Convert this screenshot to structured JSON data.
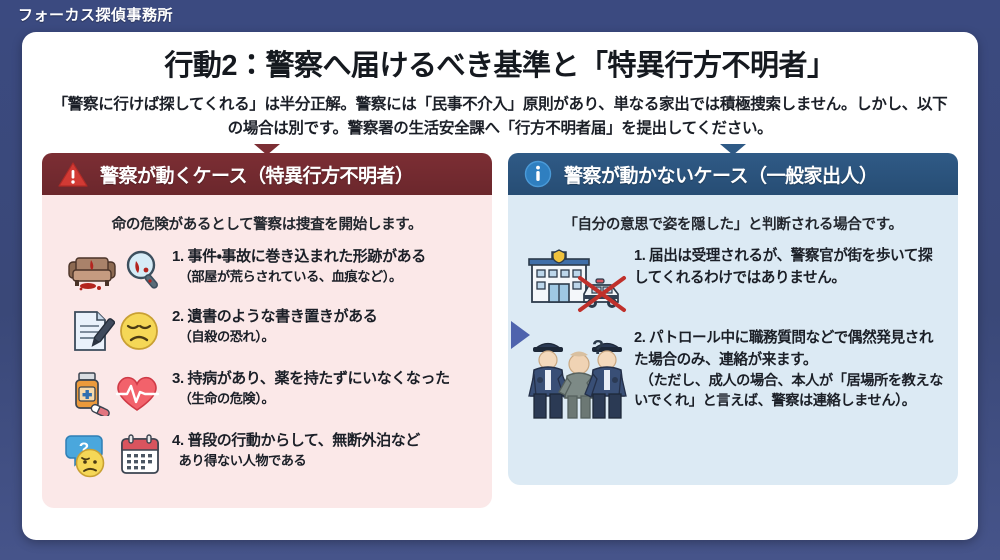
{
  "brand": {
    "name": "フォーカス探偵事務所"
  },
  "header": {
    "title": "行動2：警察へ届けるべき基準と「特異行方不明者」",
    "lede": "「警察に行けば探してくれる」は半分正解。警察には「民事不介入」原則があり、単なる家出では積極捜索しません。しかし、以下の場合は別です。警察署の生活安全課へ「行方不明者届」を提出してください。"
  },
  "colors": {
    "page_bg": "#3b4a80",
    "card_bg": "#ffffff",
    "left_header": "#7c2e34",
    "left_body": "#fbe8e8",
    "right_header": "#2f5a86",
    "right_body": "#dceaf4",
    "arrow": "#4e63ad",
    "warning_red": "#d23a34",
    "info_blue": "#2f7fc0"
  },
  "left_panel": {
    "icon": "warning-triangle-icon",
    "header": "警察が動くケース（特異行方不明者）",
    "subtitle": "命の危険があるとして警察は捜査を開始します。",
    "items": [
      {
        "num": "1.",
        "main": "事件・事故に巻き込まれた形跡がある",
        "sub": "（部屋が荒らされている、血痕など）。",
        "icons": [
          "bloody-sofa-icon",
          "magnifying-glass-icon"
        ]
      },
      {
        "num": "2.",
        "main": "遺書のような書き置きがある",
        "sub": "（自殺の恐れ）。",
        "icons": [
          "memo-with-pen-icon",
          "weary-face-icon"
        ]
      },
      {
        "num": "3.",
        "main": "持病があり、薬を持たずにいなくなった",
        "sub": "（生命の危険）。",
        "icons": [
          "medicine-bottle-icon",
          "heart-pulse-icon"
        ]
      },
      {
        "num": "4.",
        "main": "普段の行動からして、無断外泊など",
        "sub": "あり得ない人物である",
        "icons": [
          "question-bubble-face-icon",
          "calendar-icon"
        ]
      }
    ]
  },
  "right_panel": {
    "icon": "info-circle-icon",
    "header": "警察が動かないケース（一般家出人）",
    "subtitle": "「自分の意思で姿を隠した」と判断される場合です。",
    "items": [
      {
        "num": "1.",
        "main": "届出は受理されるが、警察官が街を歩いて探してくれるわけではありません。",
        "sub": "",
        "icons": [
          "police-station-icon",
          "crossed-out-police-car-icon"
        ]
      },
      {
        "num": "2.",
        "main": "パトロール中に職務質問などで偶然発見された場合のみ、連絡が来ます。",
        "sub": "（ただし、成人の場合、本人が「居場所を教えないでくれ」と言えば、警察は連絡しません）。",
        "icons": [
          "two-police-officers-icon",
          "question-mark-icon"
        ]
      }
    ]
  },
  "arrow": {
    "name": "right-arrow-divider"
  }
}
